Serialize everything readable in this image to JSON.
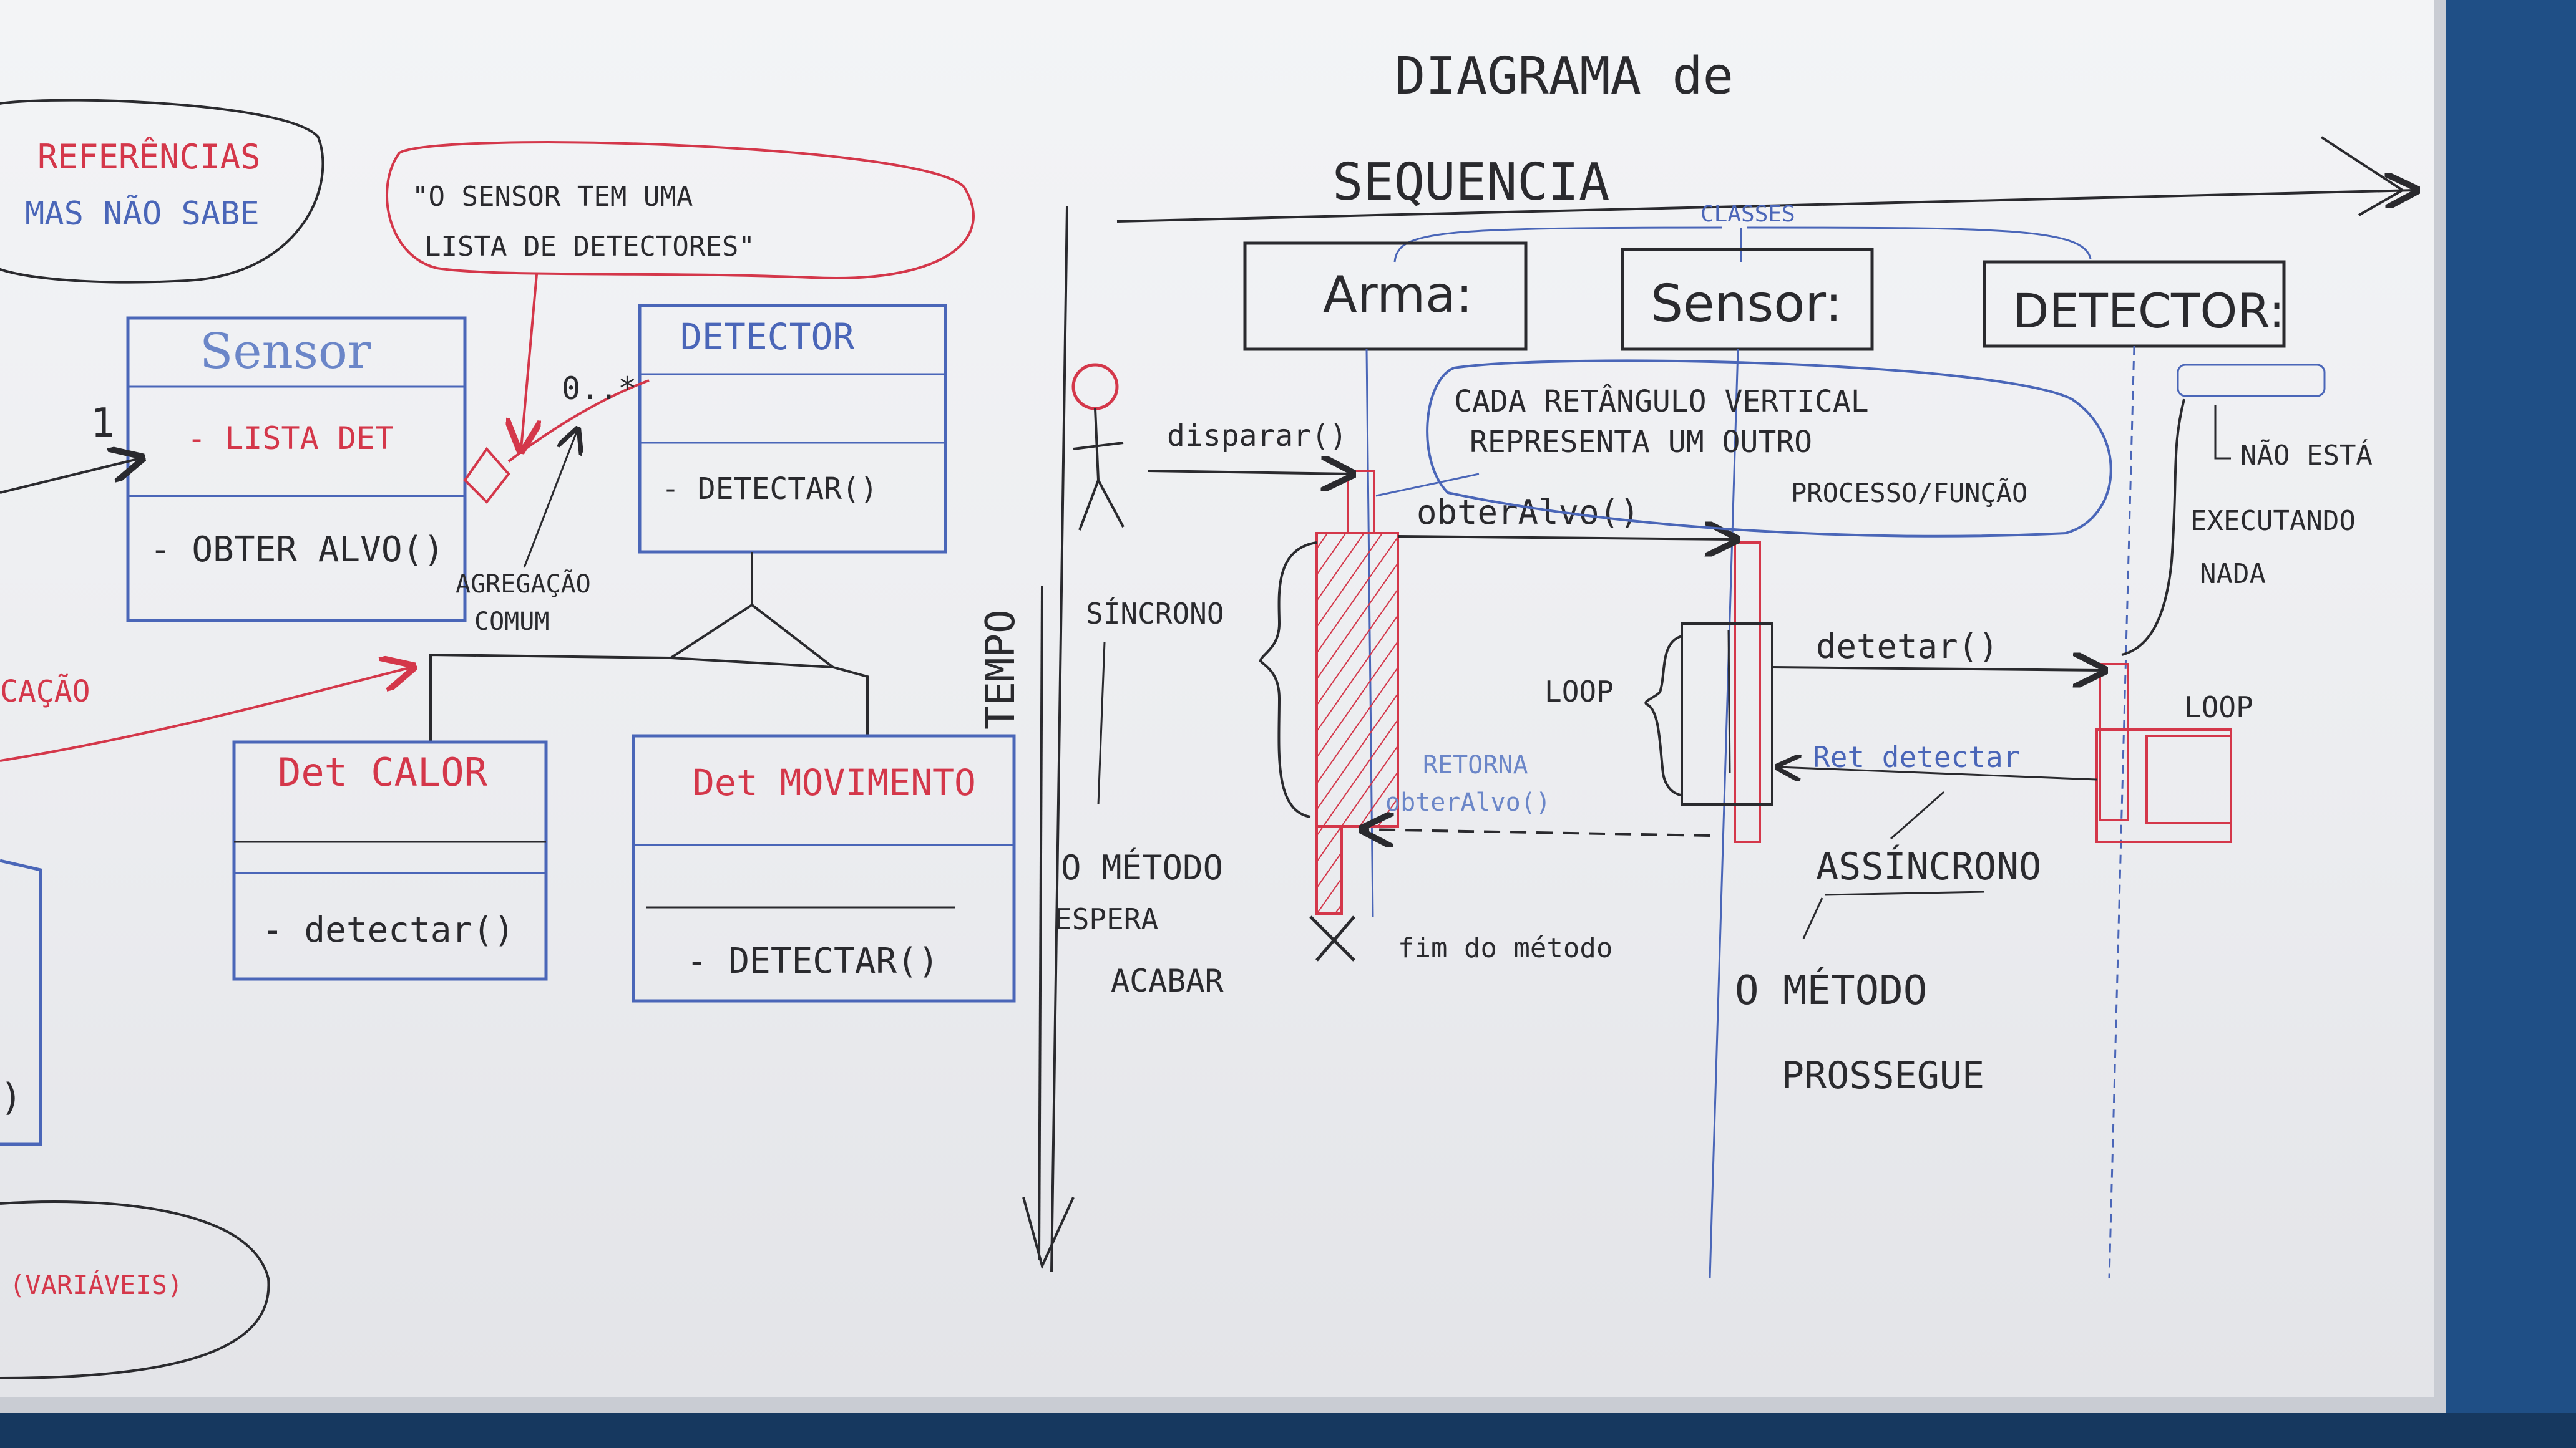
{
  "title_line1": "DIAGRAMA de",
  "title_line2": "SEQUENCIA",
  "classes_label": "CLASSES",
  "time_axis_label": "TEMPO",
  "left": {
    "note1_line1": "REFERÊNCIAS",
    "note1_line2": "MAS NÃO SABE",
    "note2_line1": "\"O SENSOR TEM UMA",
    "note2_line2": "LISTA DE DETECTORES\"",
    "multiplicity_one": "1",
    "multiplicity_many": "0..*",
    "aggregation_label_line1": "AGREGAÇÃO",
    "aggregation_label_line2": "COMUM",
    "edge_fragment": "CAÇÃO",
    "variables_note": "(VARIÁVEIS)",
    "sensor_class": {
      "name": "Sensor",
      "attribute": "- LISTA DET",
      "method": "- OBTER ALVO()"
    },
    "detector_class": {
      "name": "DETECTOR",
      "method": "- DETECTAR()"
    },
    "det_calor_class": {
      "name": "Det CALOR",
      "method": "- detectar()"
    },
    "det_movimento_class": {
      "name": "Det MOVIMENTO",
      "method": "- DETECTAR()"
    }
  },
  "lifelines": {
    "arma": "Arma:",
    "sensor": "Sensor:",
    "detector": "DETECTOR:"
  },
  "messages": {
    "disparar": "disparar()",
    "obter_alvo": "obterAlvo()",
    "detetar": "detetar()",
    "retorna": "RETORNA",
    "obter_alvo_return": "obterAlvo()",
    "ret_detectar": "Ret detectar"
  },
  "notes": {
    "rect_note_line1": "CADA RETÂNGULO VERTICAL",
    "rect_note_line2": "REPRESENTA UM OUTRO",
    "rect_note_line3": "PROCESSO/FUNÇÃO",
    "nao_esta_line1": "NÃO ESTÁ",
    "nao_esta_line2": "EXECUTANDO",
    "nao_esta_line3": "NADA",
    "sincrono": "SÍNCRONO",
    "metodo_espera_line1": "O MÉTODO",
    "metodo_espera_line2": "ESPERA",
    "metodo_espera_line3": "ACABAR",
    "fim_do_metodo": "fim do método",
    "loop_sensor": "LOOP",
    "loop_detector": "LOOP",
    "assincrono": "ASSÍNCRONO",
    "metodo_prossegue_line1": "O MÉTODO",
    "metodo_prossegue_line2": "PROSSEGUE"
  },
  "colors": {
    "ink_black": "#2a2a2e",
    "ink_red": "#d4374a",
    "ink_blue": "#4a66b8",
    "board": "#eeeff2",
    "frame": "#1f4f86"
  }
}
